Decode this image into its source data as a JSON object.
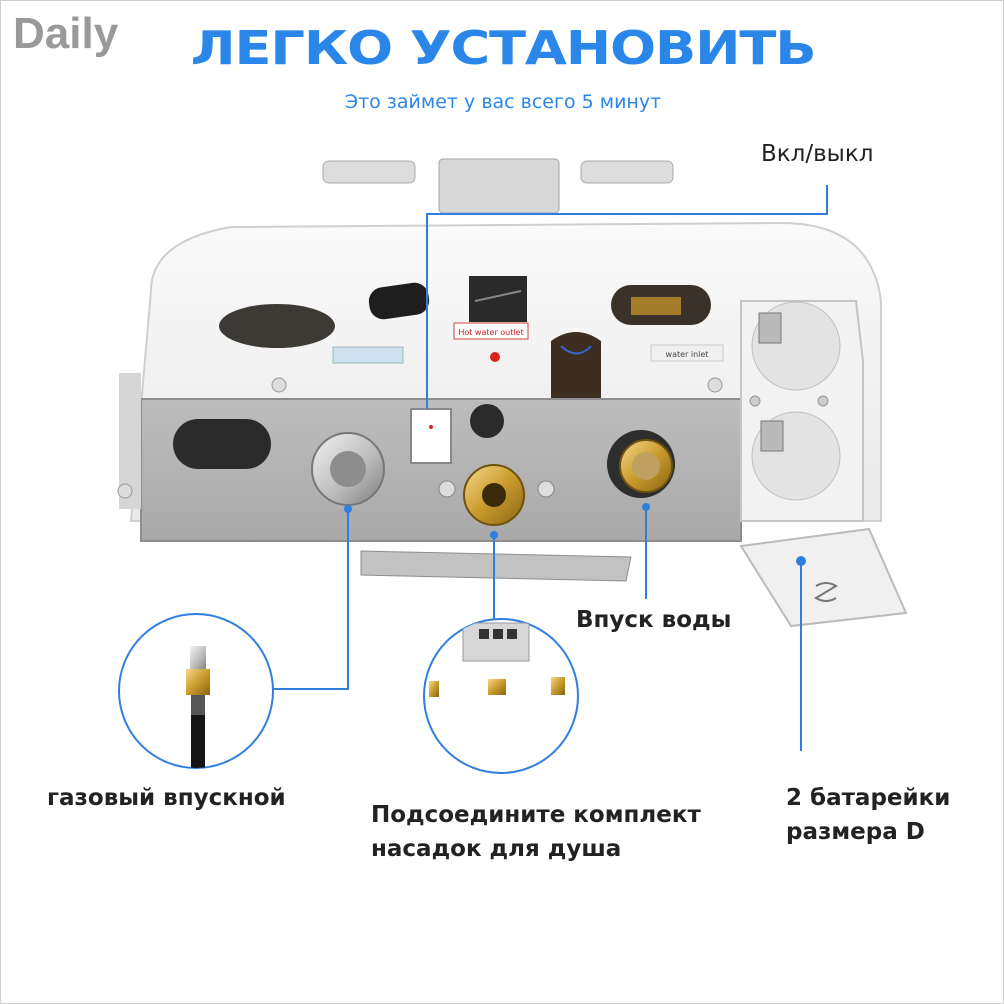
{
  "brand": "Daily",
  "header": {
    "title": "ЛЕГКО УСТАНОВИТЬ",
    "subtitle": "Это займет у вас всего 5 минут"
  },
  "device_labels": {
    "hot_water_outlet": "Hot water outlet",
    "cold_water_inlet": "water inlet"
  },
  "callouts": {
    "switch": "Вкл/выкл",
    "water_inlet": "Впуск воды",
    "gas_inlet": "газовый впускной",
    "shower_line1": "Подсоедините комплект",
    "shower_line2": "насадок для душа",
    "battery_line1": "2 батарейки",
    "battery_line2": "размера D"
  },
  "colors": {
    "accent": "#2a86e8",
    "callout_line": "#2f7fe0"
  }
}
